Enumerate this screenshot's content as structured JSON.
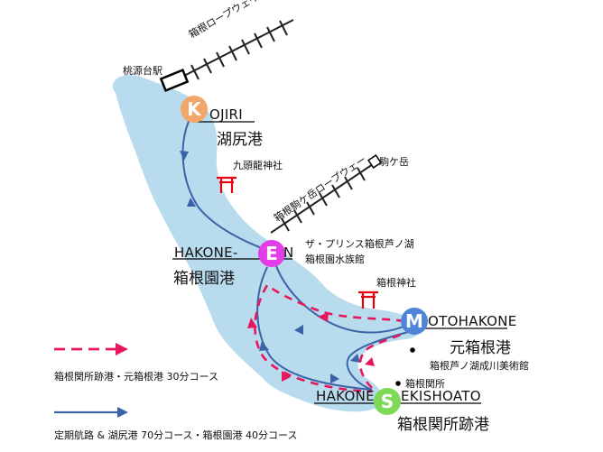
{
  "ropeways": {
    "hakone": "箱根ロープウェイ",
    "komagatake": "箱根駒ケ岳ロープウェー"
  },
  "stations": {
    "togendai": "桃源台駅",
    "komagatake": "駒ケ岳"
  },
  "shrines": {
    "kuzuryu": "九頭龍神社",
    "hakone": "箱根神社"
  },
  "ports": {
    "kojiri": {
      "letter": "K",
      "rest": "OJIRI",
      "jp": "湖尻港",
      "color": "#f2a66a"
    },
    "hakone_en": {
      "prefix": "HAKONE-",
      "letter": "E",
      "rest": "N",
      "jp": "箱根園港",
      "color": "#e33ce9"
    },
    "motohakone": {
      "letter": "M",
      "rest": "OTOHAKONE",
      "jp": "元箱根港",
      "color": "#4f84d6"
    },
    "sekishoato": {
      "prefix": "HAKONE",
      "letter": "S",
      "rest": "EKISHOATO",
      "jp": "箱根関所跡港",
      "color": "#7ed957"
    }
  },
  "places": {
    "prince": "ザ・プリンス箱根芦ノ湖",
    "aquarium": "箱根園水族館",
    "museum": "箱根芦ノ湖成川美術館",
    "checkpoint": "箱根関所"
  },
  "legend": {
    "dashed": "箱根関所跡港・元箱根港 30分コース",
    "solid": "定期航路 & 湖尻港 70分コース・箱根園港 40分コース"
  },
  "colors": {
    "lake": "#b9dbee",
    "route_blue": "#3b63a8",
    "route_red": "#e8175d",
    "shrine_red": "#e60012"
  }
}
